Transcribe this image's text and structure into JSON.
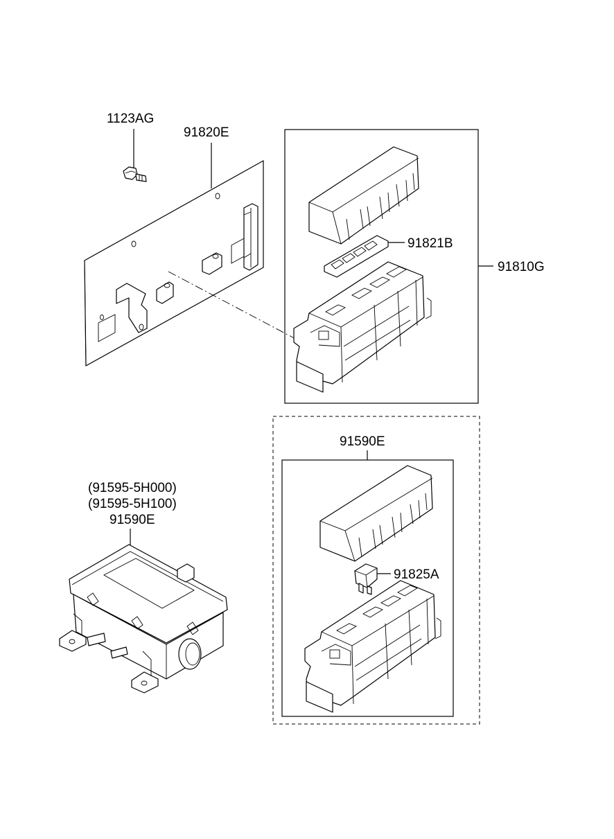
{
  "labels": {
    "bolt": "1123AG",
    "bracket_plate": "91820E",
    "relay_box_assy": "91810G",
    "fuse_upper": "91821B",
    "fuse_box_right": "91590E",
    "relay": "91825A",
    "alt_part_1": "(91595-5H000)",
    "alt_part_2": "(91595-5H100)",
    "fuse_box_left": "91590E"
  }
}
